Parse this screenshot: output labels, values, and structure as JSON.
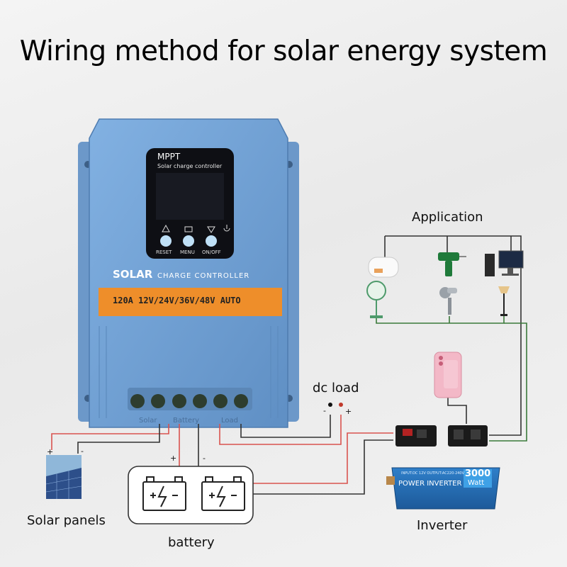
{
  "title": "Wiring method for solar energy system",
  "controller": {
    "brand": "MPPT",
    "subtitle": "Solar charge controller",
    "solar_word": "SOLAR",
    "charge_word": "CHARGE CONTROLLER",
    "spec": "120A 12V/24V/36V/48V AUTO",
    "buttons": [
      "RESET",
      "MENU",
      "ON/OFF"
    ],
    "terminals": [
      "Solar",
      "Battery",
      "Load"
    ]
  },
  "labels": {
    "dc_load": "dc load",
    "application": "Application",
    "solar_panels": "Solar panels",
    "battery": "battery",
    "inverter": "Inverter"
  },
  "polarity": {
    "plus": "+",
    "minus": "-"
  },
  "inverter": {
    "power": "3000",
    "unit": "Watt",
    "name": "POWER INVERTER",
    "fine_print": "INPUT:DC 12V OUTPUT:AC220-240V"
  },
  "colors": {
    "controller_body": "#6f9fd4",
    "spec_band": "#ee8e2a",
    "positive_wire": "#d9534f",
    "negative_wire": "#333333",
    "application_wire": "#3a7a3a"
  }
}
